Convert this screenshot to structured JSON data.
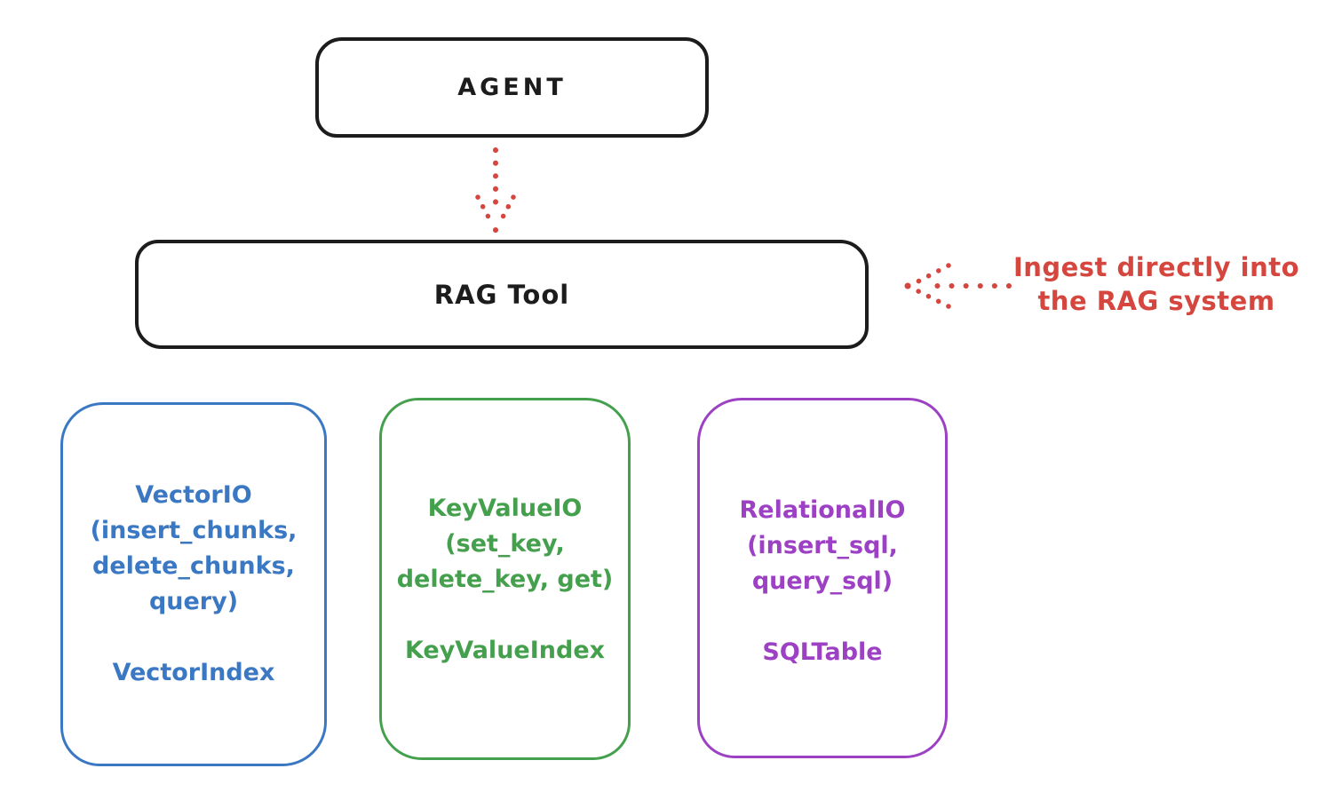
{
  "diagram": {
    "agent": {
      "label": "AGENT"
    },
    "rag_tool": {
      "label": "RAG Tool"
    },
    "annotation": {
      "line1": "Ingest directly into",
      "line2": "the RAG system"
    },
    "backends": [
      {
        "name": "vector-io",
        "lines": [
          "VectorIO",
          "(insert_chunks,",
          "delete_chunks,",
          "query)"
        ],
        "index_label": "VectorIndex",
        "color": "#3b78c4"
      },
      {
        "name": "keyvalue-io",
        "lines": [
          "KeyValueIO",
          "(set_key,",
          "delete_key, get)"
        ],
        "index_label": "KeyValueIndex",
        "color": "#45a04e"
      },
      {
        "name": "relational-io",
        "lines": [
          "RelationalIO",
          "(insert_sql,",
          "query_sql)"
        ],
        "index_label": "SQLTable",
        "color": "#9d41c4"
      }
    ],
    "colors": {
      "stroke": "#1c1c1c",
      "red": "#d5463f"
    }
  }
}
